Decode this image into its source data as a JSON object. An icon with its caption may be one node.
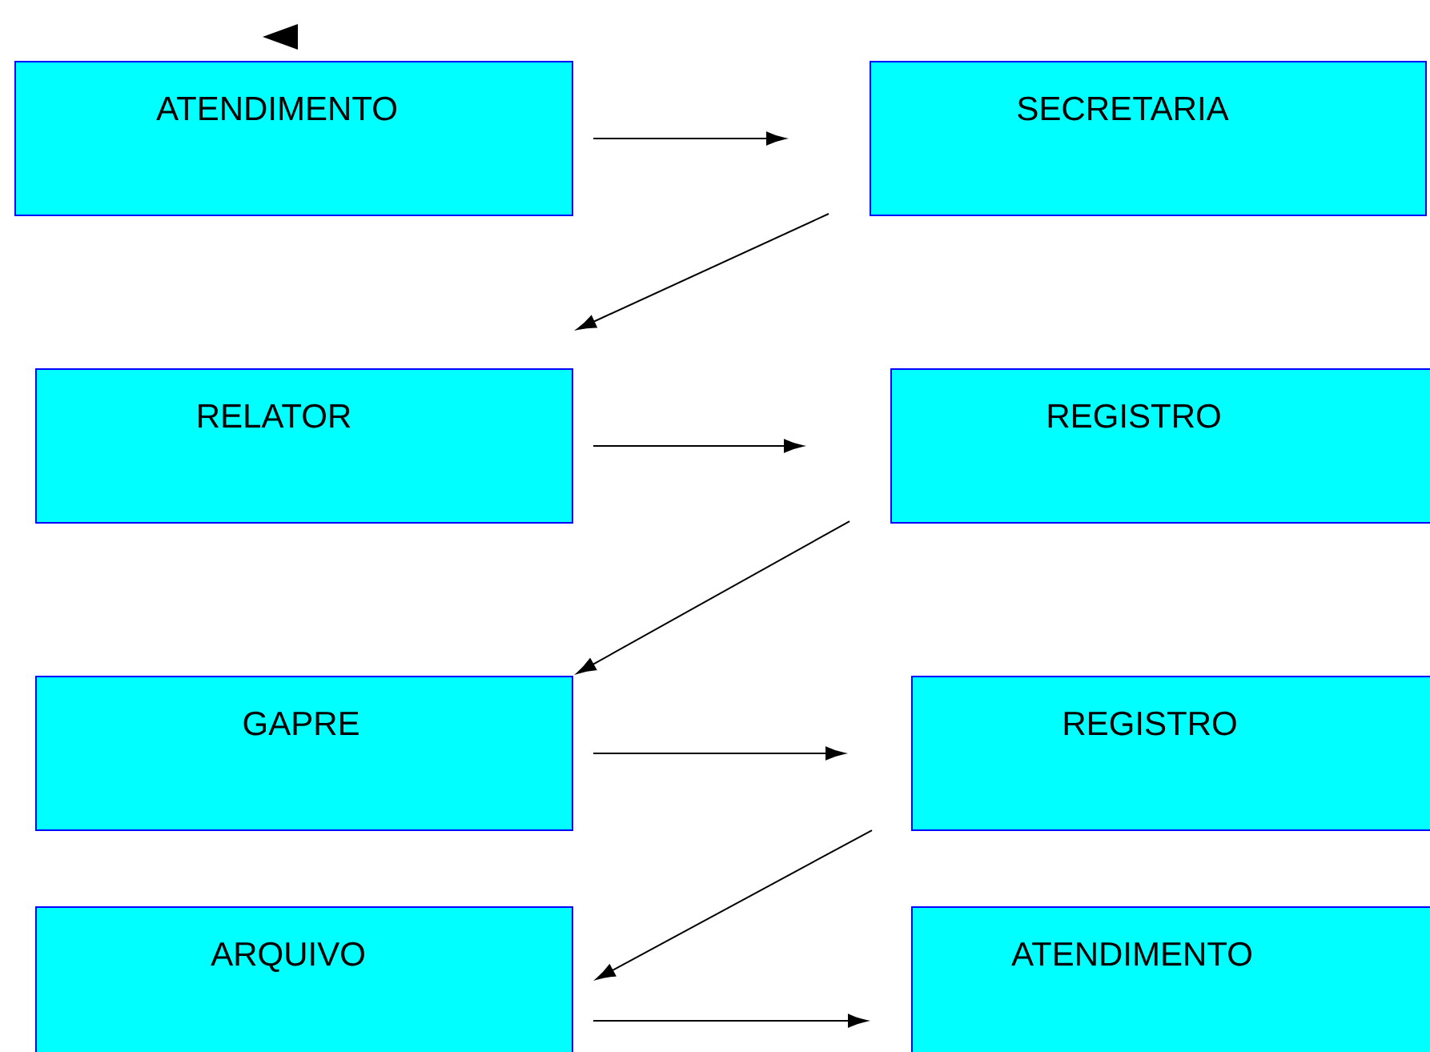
{
  "diagram": {
    "nodes": [
      {
        "text": [
          "ATENDIMENTO"
        ]
      },
      {
        "text": [
          "SECRETARIA"
        ]
      },
      {
        "text": [
          "RELATOR"
        ]
      },
      {
        "text": [
          "REGISTRO"
        ]
      },
      {
        "text": [
          "GAPRE"
        ]
      },
      {
        "text": [
          "REGISTRO"
        ]
      },
      {
        "text": [
          "ARQUIVO"
        ]
      },
      {
        "text": [
          "ATENDIMENTO"
        ]
      }
    ],
    "edges": [
      {
        "from": 0,
        "to": 1,
        "arrow": "to"
      },
      {
        "from": 1,
        "to": 2,
        "arrow": "to"
      },
      {
        "from": 2,
        "to": 3,
        "arrow": "to"
      },
      {
        "from": 3,
        "to": 4,
        "arrow": "to"
      },
      {
        "from": 4,
        "to": 5,
        "arrow": "to"
      },
      {
        "from": 5,
        "to": 6,
        "arrow": "to"
      },
      {
        "from": 6,
        "to": 7,
        "arrow": "to"
      }
    ]
  }
}
